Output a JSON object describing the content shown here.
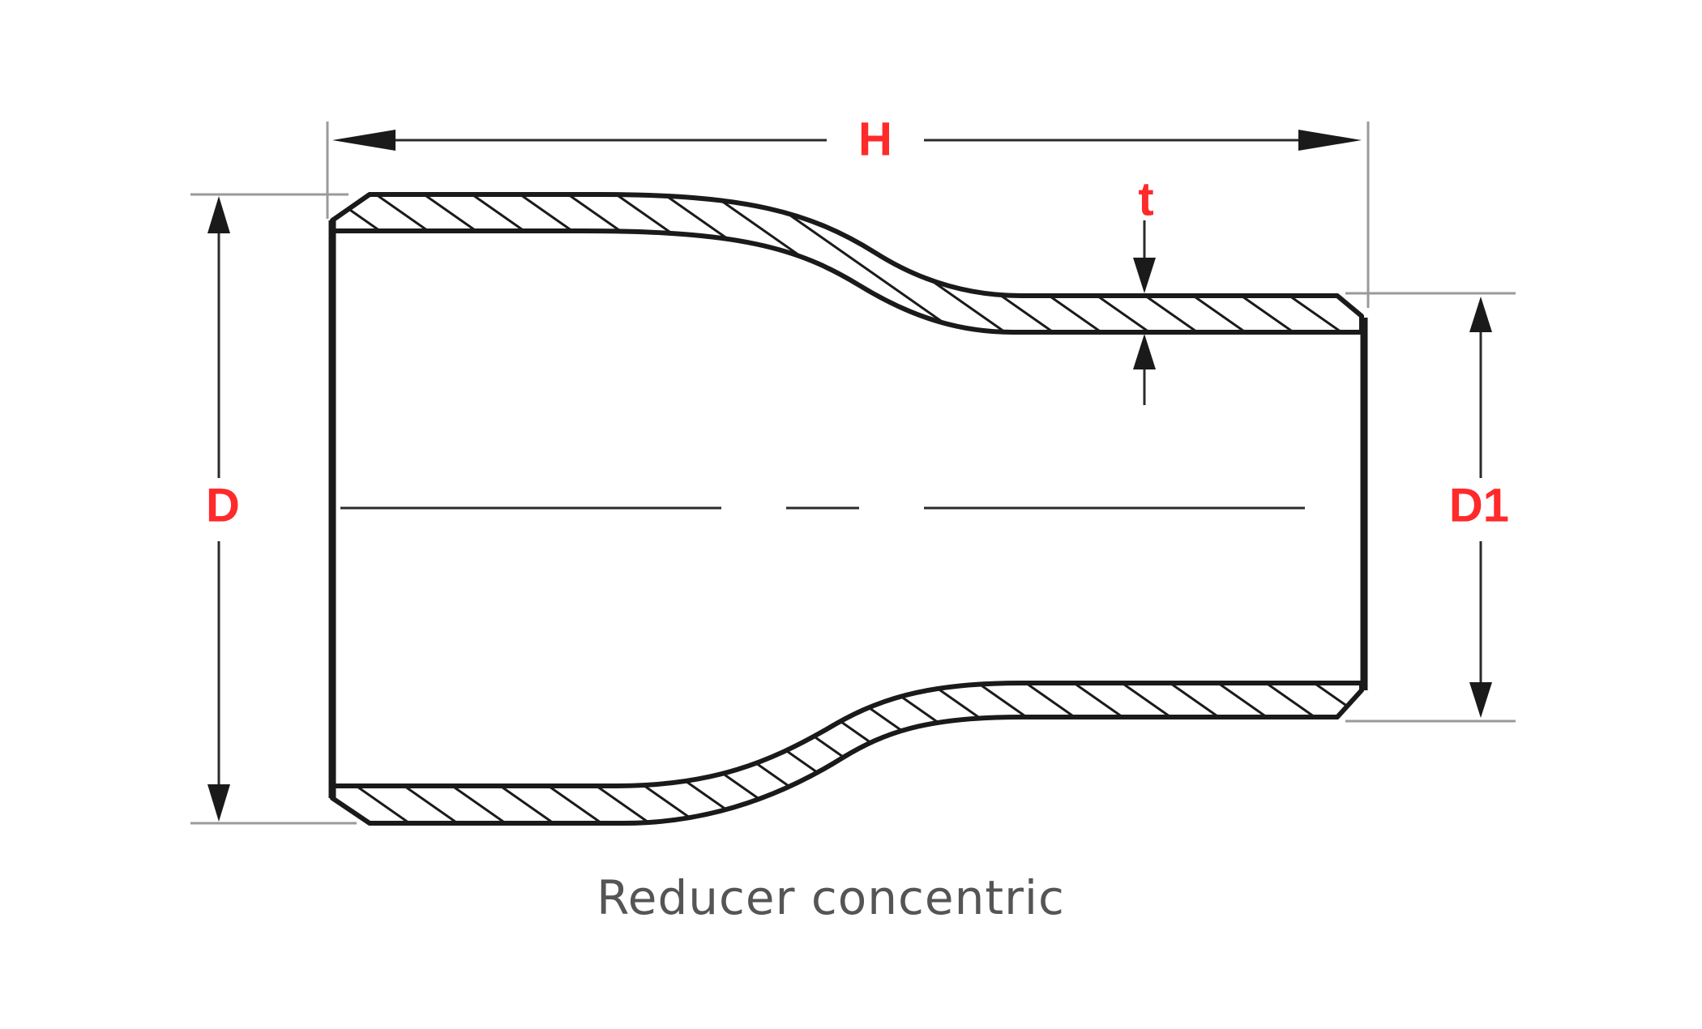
{
  "diagram": {
    "labels": {
      "height": "H",
      "thickness": "t",
      "large_diameter": "D",
      "small_diameter": "D1"
    },
    "caption": "Reducer concentric"
  },
  "colors": {
    "background": "#ffffff",
    "line": "#1a1a1a",
    "dimension_line": "#2b2b2b",
    "guide_line": "#9a9a9a",
    "label": "#ff2a2a",
    "caption": "#555555"
  }
}
